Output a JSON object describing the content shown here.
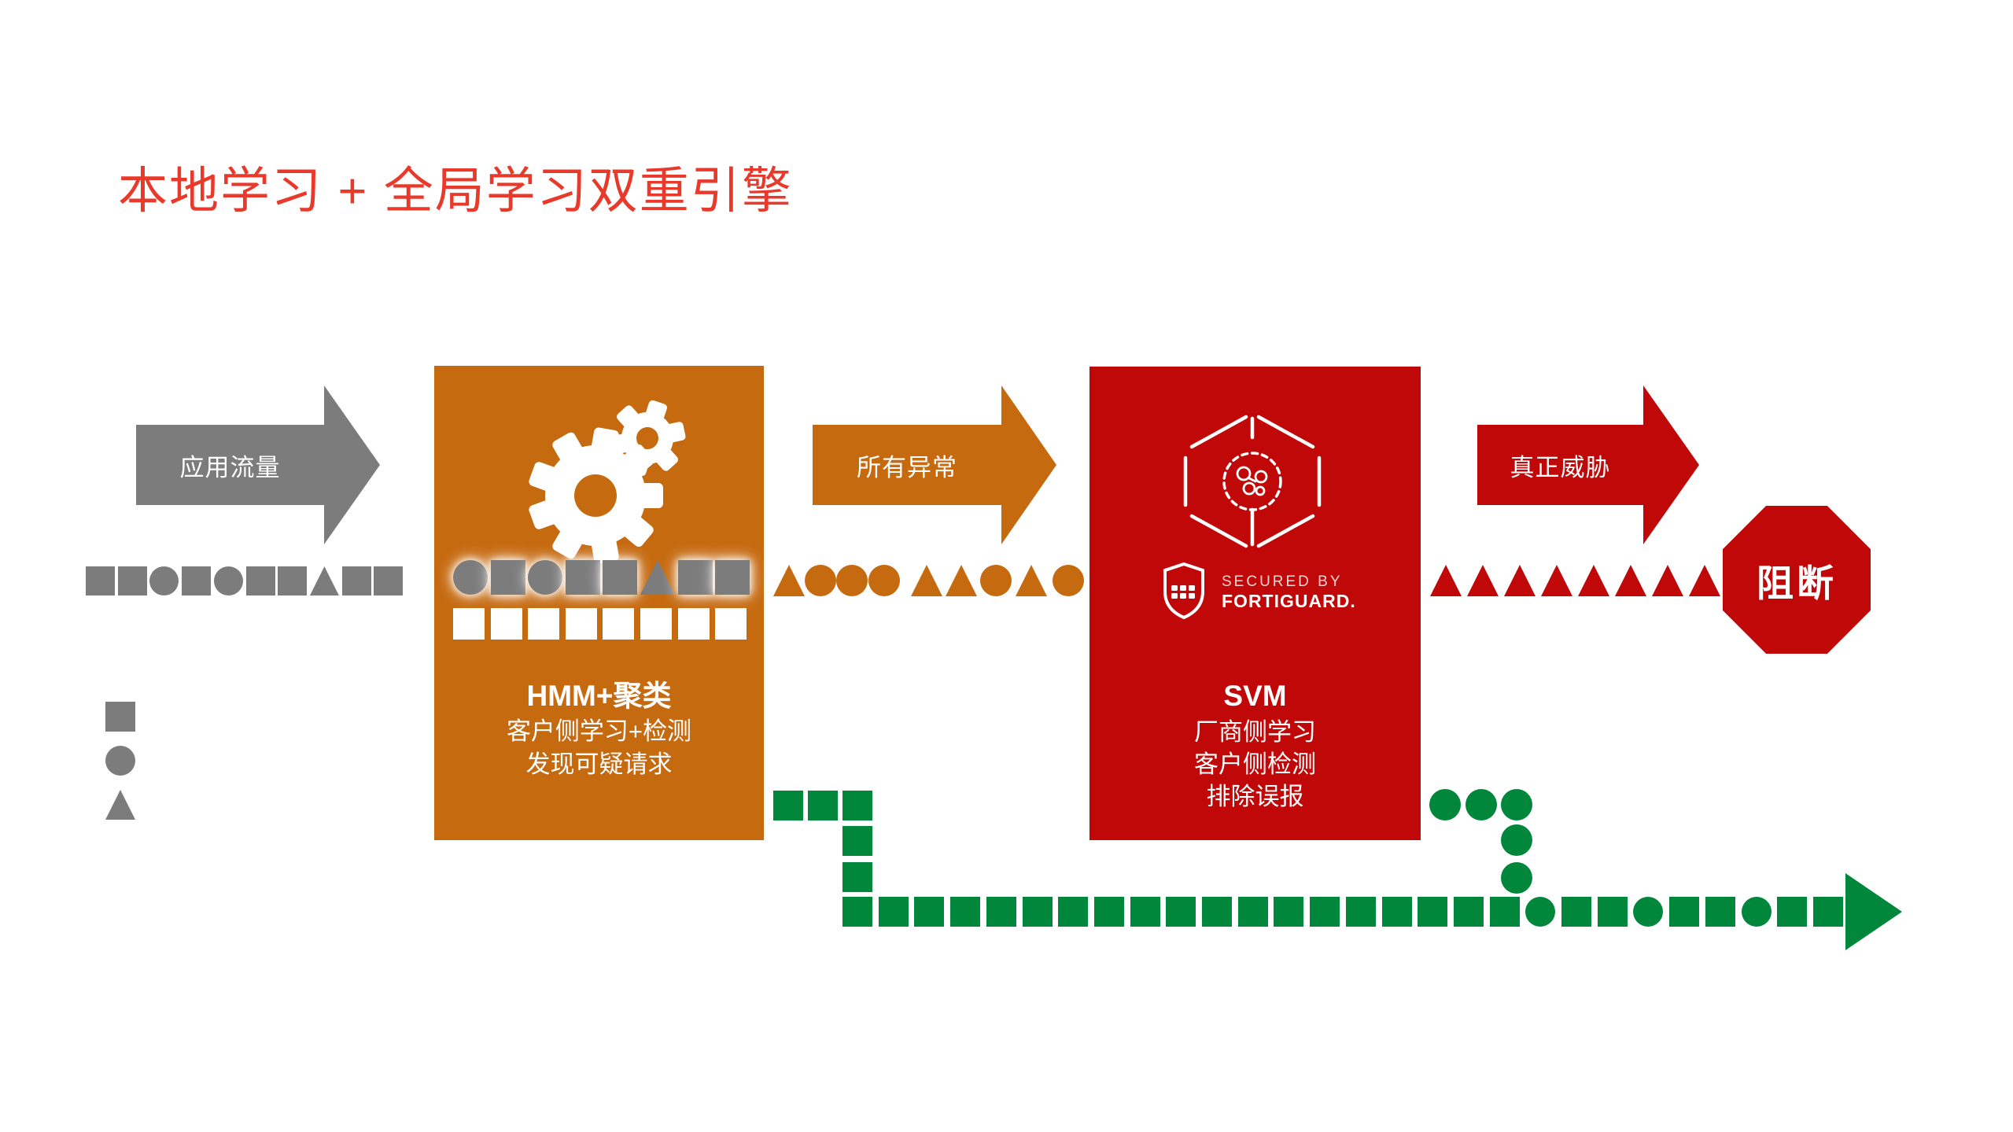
{
  "title": {
    "text": "本地学习 + 全局学习双重引擎"
  },
  "colors": {
    "title_red": "#E8392B",
    "gray": "#7C7C7C",
    "orange": "#C66A10",
    "red": "#C00808",
    "green": "#00873C",
    "white": "#FFFFFF"
  },
  "flow": {
    "traffic_arrow": {
      "label": "应用流量"
    },
    "anomaly_arrow": {
      "label": "所有异常"
    },
    "threat_arrow": {
      "label": "真正威胁"
    },
    "local_engine": {
      "title": "HMM+聚类",
      "lines": [
        "客户侧学习+检测",
        "发现可疑请求"
      ]
    },
    "global_engine": {
      "title": "SVM",
      "lines": [
        "厂商侧学习",
        "客户侧检测",
        "排除误报"
      ],
      "badge": {
        "secured_by": "SECURED BY",
        "brand": "FORTIGUARD."
      }
    },
    "block_sign": {
      "label": "阻断"
    }
  },
  "shape_rows": {
    "input_traffic": [
      "square",
      "square",
      "circle",
      "square",
      "circle",
      "square",
      "square",
      "triangle",
      "square",
      "square"
    ],
    "inbox_suspicious": [
      "circle",
      "square",
      "circle",
      "square",
      "square",
      "triangle",
      "square",
      "square"
    ],
    "inbox_whitelist": [
      "square",
      "square",
      "square",
      "square",
      "square",
      "square",
      "square",
      "square"
    ],
    "anomalies": [
      "triangle",
      "circle",
      "circle",
      "circle",
      "triangle",
      "triangle",
      "circle",
      "triangle",
      "circle"
    ],
    "threats": [
      "triangle",
      "triangle",
      "triangle",
      "triangle",
      "triangle",
      "triangle",
      "triangle",
      "triangle"
    ],
    "legend_left": [
      "square",
      "circle",
      "triangle"
    ],
    "green_branch_local": [
      "square",
      "square",
      "square"
    ],
    "green_branch_local_down": [
      "square",
      "square"
    ],
    "green_branch_global": [
      "circle",
      "circle",
      "circle"
    ],
    "green_branch_global_down": [
      "circle",
      "circle"
    ],
    "green_bottom": [
      "square",
      "square",
      "square",
      "square",
      "square",
      "square",
      "square",
      "square",
      "square",
      "square",
      "square",
      "square",
      "square",
      "square",
      "square",
      "square",
      "square",
      "square",
      "square",
      "circle",
      "square",
      "square",
      "circle",
      "square",
      "square",
      "circle",
      "square",
      "square"
    ]
  }
}
